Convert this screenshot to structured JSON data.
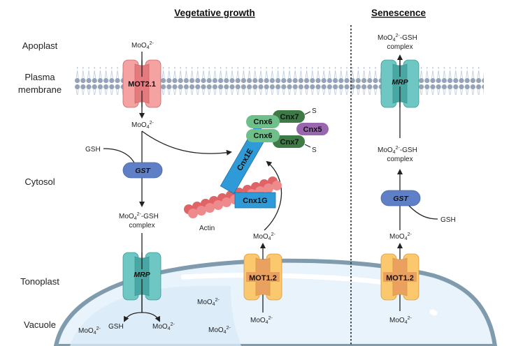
{
  "headers": {
    "vegetative": "Vegetative growth",
    "senescence": "Senescence"
  },
  "compartments": {
    "apoplast": "Apoplast",
    "plasma_line1": "Plasma",
    "plasma_line2": "membrane",
    "cytosol": "Cytosol",
    "tonoplast": "Tonoplast",
    "vacuole": "Vacuole"
  },
  "molecules": {
    "molybdate_base": "MoO",
    "molybdate_sub": "4",
    "molybdate_sup": "2-",
    "gsh": "GSH",
    "complex_suffix": "-GSH",
    "complex_word": "complex",
    "sulfur": "S"
  },
  "proteins": {
    "mot21": "MOT2.1",
    "mot12": "MOT1.2",
    "mrp": "MRP",
    "gst": "GST",
    "cnx1e": "Cnx1E",
    "cnx1g": "Cnx1G",
    "cnx5": "Cnx5",
    "cnx6": "Cnx6",
    "cnx7": "Cnx7",
    "actin": "Actin"
  },
  "colors": {
    "mot21": "#f4a2a2",
    "mot12": "#fbc86e",
    "mrp": "#6fc7c4",
    "gst": "#5f7fc6",
    "cnx1": "#2f9ad8",
    "cnx6": "#6fbf8a",
    "cnx7": "#3e7a45",
    "cnx5": "#9a66b0",
    "actin": "#e06466",
    "membrane": "#94a3b8",
    "tonoplast": "#7f9bad",
    "vacuole": "#e8f3fc"
  }
}
